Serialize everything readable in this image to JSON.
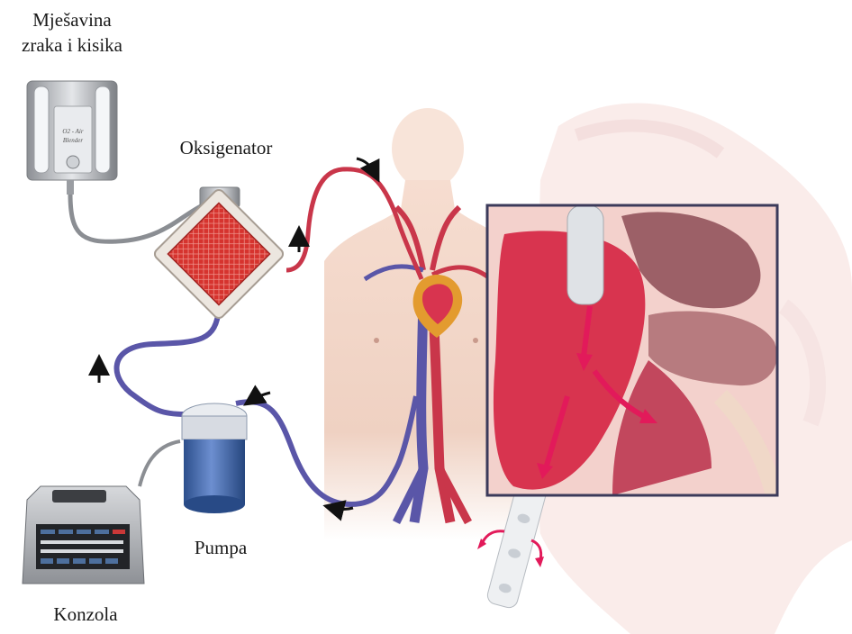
{
  "labels": {
    "blender_line1": "Mješavina",
    "blender_line2": "zraka i kisika",
    "oxygenator": "Oksigenator",
    "pump": "Pumpa",
    "console": "Konzola"
  },
  "blender_panel": {
    "line1": "O2 - Air",
    "line2": "Blender"
  },
  "colors": {
    "arterial": "#c9364a",
    "venous": "#5a56a8",
    "heart_chamber": "#d8344f",
    "inset_frame": "#3b3a5a",
    "skin": "#f2d4c4",
    "flow_arrow": "#e21a5a"
  }
}
